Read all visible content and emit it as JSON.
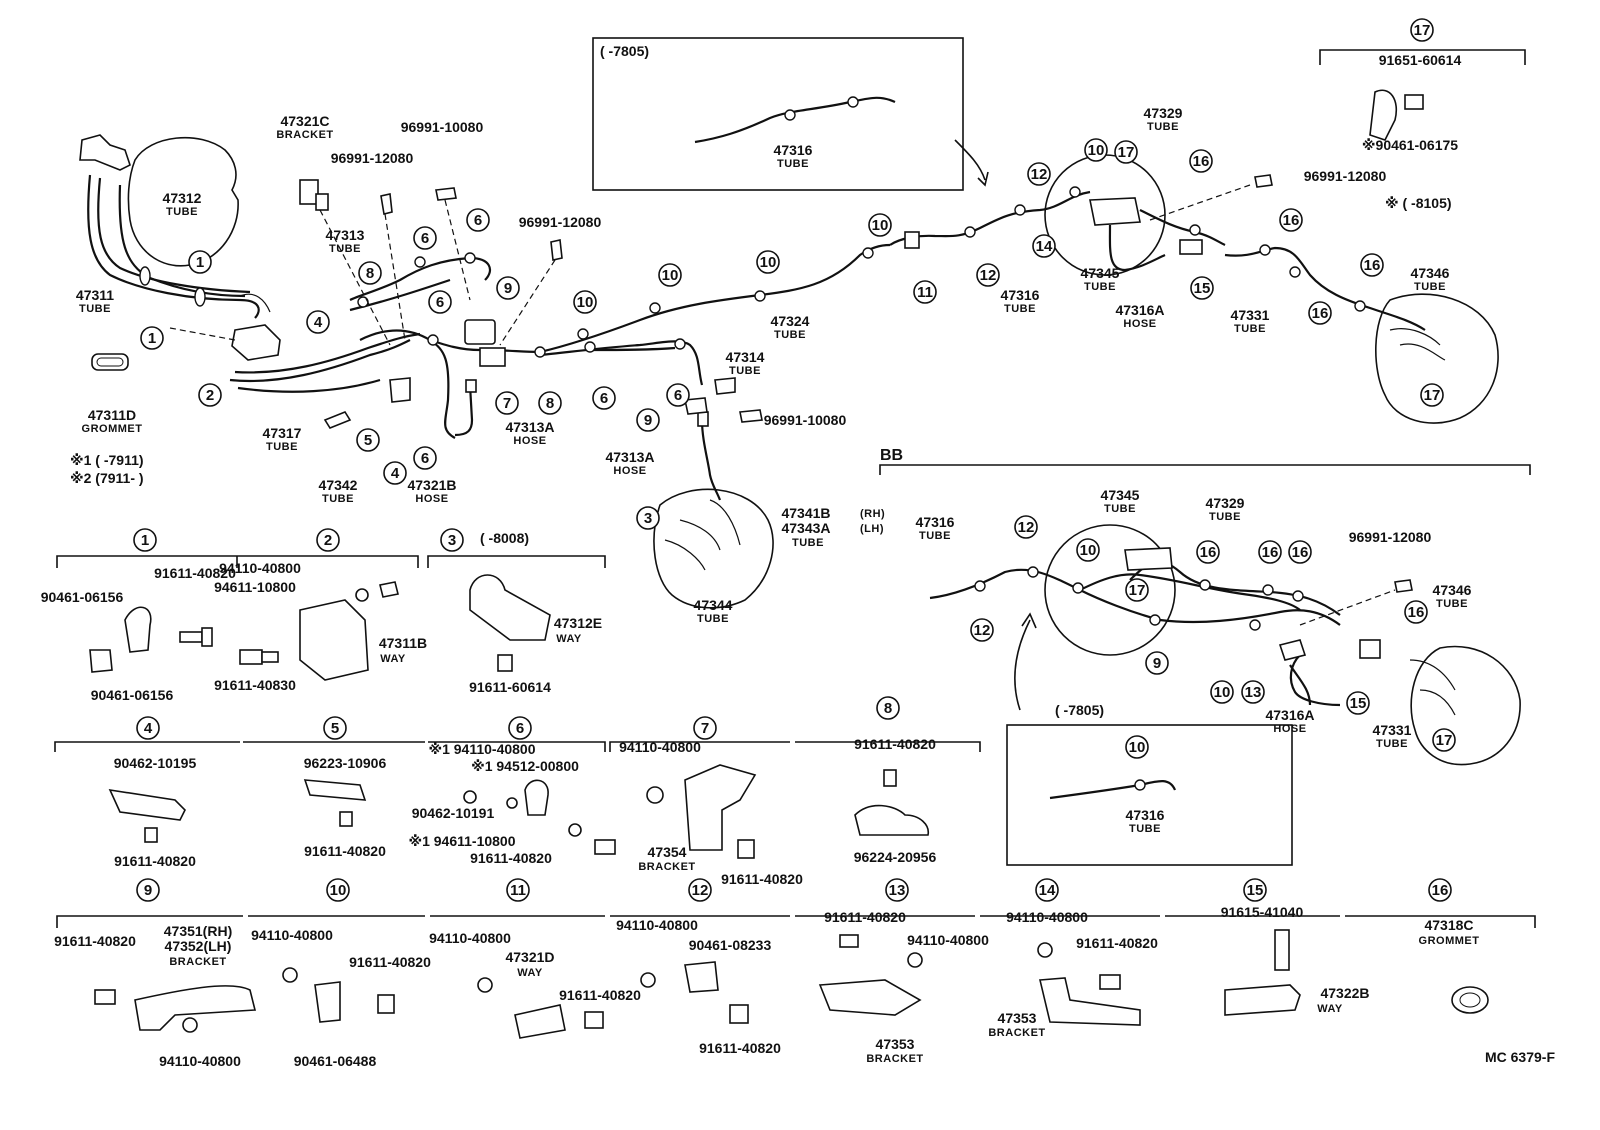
{
  "diagram": {
    "drawing_code": "MC 6379-F",
    "notes": {
      "note1": "※1 (        -7911)",
      "note2": "※2 (7911-        )",
      "note_8105": "※ (        -8105)",
      "bb_label": "BB",
      "inset_7805_top": "(        -7805)",
      "inset_7805_bb": "(        -7805)",
      "range_3": "(        -8008)"
    },
    "part_labels": [
      {
        "id": "p47311",
        "part": "47311",
        "sub": "TUBE"
      },
      {
        "id": "p47312",
        "part": "47312",
        "sub": "TUBE"
      },
      {
        "id": "p47311d",
        "part": "47311D",
        "sub": "GROMMET"
      },
      {
        "id": "p47321c",
        "part": "47321C",
        "sub": "BRACKET"
      },
      {
        "id": "p96991_12080_a",
        "part": "96991-12080",
        "sub": ""
      },
      {
        "id": "p96991_10080_a",
        "part": "96991-10080",
        "sub": ""
      },
      {
        "id": "p47313",
        "part": "47313",
        "sub": "TUBE"
      },
      {
        "id": "p96991_12080_b",
        "part": "96991-12080",
        "sub": ""
      },
      {
        "id": "p47317",
        "part": "47317",
        "sub": "TUBE"
      },
      {
        "id": "p47342",
        "part": "47342",
        "sub": "TUBE"
      },
      {
        "id": "p47321b",
        "part": "47321B",
        "sub": "HOSE"
      },
      {
        "id": "p47313a_1",
        "part": "47313A",
        "sub": "HOSE"
      },
      {
        "id": "p47324",
        "part": "47324",
        "sub": "TUBE"
      },
      {
        "id": "p47314",
        "part": "47314",
        "sub": "TUBE"
      },
      {
        "id": "p96991_10080_b",
        "part": "96991-10080",
        "sub": ""
      },
      {
        "id": "p47313a_2",
        "part": "47313A",
        "sub": "HOSE"
      },
      {
        "id": "p47341b",
        "part": "47341B",
        "sub": "(RH)"
      },
      {
        "id": "p47343a",
        "part": "47343A",
        "sub": "(LH)"
      },
      {
        "id": "p47343a_tube",
        "part": "",
        "sub": "TUBE"
      },
      {
        "id": "p47344",
        "part": "47344",
        "sub": "TUBE"
      },
      {
        "id": "p47316_top",
        "part": "47316",
        "sub": "TUBE"
      },
      {
        "id": "p47316_main",
        "part": "47316",
        "sub": "TUBE"
      },
      {
        "id": "p47345",
        "part": "47345",
        "sub": "TUBE"
      },
      {
        "id": "p47329",
        "part": "47329",
        "sub": "TUBE"
      },
      {
        "id": "p47316a",
        "part": "47316A",
        "sub": "HOSE"
      },
      {
        "id": "p96991_12080_c",
        "part": "96991-12080",
        "sub": ""
      },
      {
        "id": "p47331",
        "part": "47331",
        "sub": "TUBE"
      },
      {
        "id": "p47346",
        "part": "47346",
        "sub": "TUBE"
      },
      {
        "id": "p91651",
        "part": "91651-60614",
        "sub": ""
      },
      {
        "id": "p90461_06175",
        "part": "※90461-06175",
        "sub": ""
      },
      {
        "id": "bb47316",
        "part": "47316",
        "sub": "TUBE"
      },
      {
        "id": "bb47345",
        "part": "47345",
        "sub": "TUBE"
      },
      {
        "id": "bb47329",
        "part": "47329",
        "sub": "TUBE"
      },
      {
        "id": "bb96991",
        "part": "96991-12080",
        "sub": ""
      },
      {
        "id": "bb47346",
        "part": "47346",
        "sub": "TUBE"
      },
      {
        "id": "bb47316a",
        "part": "47316A",
        "sub": "HOSE"
      },
      {
        "id": "bb47331",
        "part": "47331",
        "sub": "TUBE"
      },
      {
        "id": "bb47316_inset",
        "part": "47316",
        "sub": "TUBE"
      }
    ],
    "detail_groups": [
      {
        "num": "1",
        "labels": [
          "91611-40820",
          "90461-06156",
          "90461-06156"
        ]
      },
      {
        "num": "2",
        "labels": [
          "94110-40800",
          "94611-10800",
          "47311B",
          "WAY",
          "91611-40830"
        ]
      },
      {
        "num": "3",
        "labels": [
          "47312E",
          "WAY",
          "91611-60614"
        ]
      },
      {
        "num": "4",
        "labels": [
          "90462-10195",
          "91611-40820"
        ]
      },
      {
        "num": "5",
        "labels": [
          "96223-10906",
          "91611-40820"
        ]
      },
      {
        "num": "6",
        "labels": [
          "※1 94110-40800",
          "※1 94512-00800",
          "90462-10191",
          "※1 94611-10800",
          "91611-40820"
        ]
      },
      {
        "num": "7",
        "labels": [
          "94110-40800",
          "47354",
          "BRACKET",
          "91611-40820"
        ]
      },
      {
        "num": "8",
        "labels": [
          "91611-40820",
          "96224-20956"
        ]
      },
      {
        "num": "9",
        "labels": [
          "91611-40820",
          "47351(RH)",
          "47352(LH)",
          "BRACKET",
          "94110-40800"
        ]
      },
      {
        "num": "10",
        "labels": [
          "94110-40800",
          "91611-40820",
          "90461-06488"
        ]
      },
      {
        "num": "11",
        "labels": [
          "94110-40800",
          "47321D",
          "WAY",
          "91611-40820"
        ]
      },
      {
        "num": "12",
        "labels": [
          "94110-40800",
          "90461-08233",
          "91611-40820"
        ]
      },
      {
        "num": "13",
        "labels": [
          "91611-40820",
          "94110-40800",
          "47353",
          "BRACKET"
        ]
      },
      {
        "num": "14",
        "labels": [
          "94110-40800",
          "91611-40820",
          "47353",
          "BRACKET"
        ]
      },
      {
        "num": "15",
        "labels": [
          "91615-41040",
          "47322B",
          "WAY"
        ]
      },
      {
        "num": "16",
        "labels": [
          "47318C",
          "GROMMET"
        ]
      },
      {
        "num": "17",
        "labels": [
          "91651-60614",
          "※90461-06175"
        ]
      }
    ],
    "callouts": [
      "1",
      "2",
      "3",
      "4",
      "5",
      "6",
      "7",
      "8",
      "9",
      "10",
      "11",
      "12",
      "13",
      "14",
      "15",
      "16",
      "17"
    ]
  }
}
